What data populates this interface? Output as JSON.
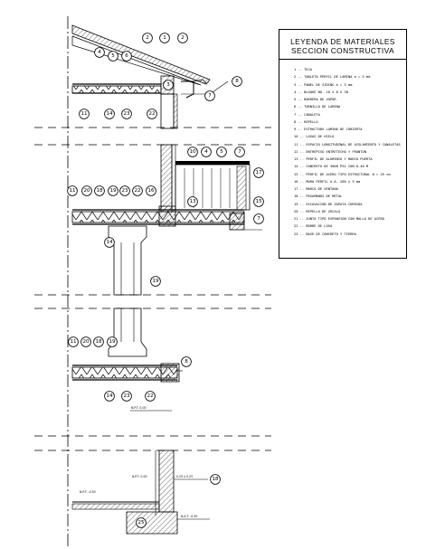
{
  "legend": {
    "title_line1": "LEYENDA DE MATERIALES",
    "title_line2": "SECCION CONSTRUCTIVA",
    "items": [
      "1 .- TEJA",
      "2 .- TABLETA PERFIL DE LAMINA e = 5 mm",
      "3 .- PANEL DE SIDING e = 5 mm",
      "4 .- BLOQUE NO. 10 X 8 X 30",
      "5 .- BARRERA DE VAPOR",
      "6 .- TORNILLO DE LAMINA",
      "7 .- CANALETA",
      "8 .- REPELLO",
      "9 .- ESTRUCTURA LAMINA DE CUBIERTA",
      "10 .- LOSAS DE HIELO",
      "11 .- ESPACIO LONGITUDINAL DE AISLAMIENTO Y CANALETAS",
      "12 .- ENTREPISO ENTRETECHO Y FRONTON",
      "13 .- PERFIL DE ALUMINIO Y MARCO PUERTA",
      "14 .- CONCRETO DE 3000 PSI CON 0.40 M",
      "15 .- PERFIL DE ACERO TIPO ESTRUCTURAL 8 = 25 cm",
      "16 .- MURO PERFIL A.A. 200 y 3 mm",
      "17 .- MARCO DE VENTANA",
      "18 .- PASAMANOS DE METAL",
      "19 .- EXCAVACION DE ZAPATA CORRIDA",
      "20 .- REPELLO DE ZOCALO",
      "21 .- JUNTA TIPO EXPANSION CON MALLA DE ACERO",
      "22 .- BORDE DE LOSA",
      "23 .- BASE DE CONCRETO Y TIERRA"
    ]
  },
  "drawing": {
    "roof_callouts": [
      "2",
      "1",
      "2",
      "4",
      "5",
      "6",
      "3",
      "7",
      "8"
    ],
    "upper_slab_callouts": [
      "11",
      "14",
      "23",
      "22"
    ],
    "window_callouts": [
      "10",
      "4",
      "5",
      "7",
      "17",
      "15",
      "7",
      "13"
    ],
    "second_floor_callouts": [
      "11",
      "20",
      "18",
      "19",
      "23",
      "22",
      "16",
      "14"
    ],
    "column_callouts": [
      "19"
    ],
    "ground_floor_callouts": [
      "11",
      "20",
      "18",
      "19",
      "8",
      "14",
      "23",
      "22"
    ],
    "foundation_callouts": [
      "18",
      "25"
    ],
    "notes": {
      "dim_note_1": "N.P.T. 0.00",
      "dim_note_2": "N.P.T. -0.50",
      "dim_note_3": "N.P.T. 0.00",
      "dim_note_4": "0.25 x 0.25",
      "dim_note_5": "N.A.T. -0.50"
    }
  }
}
